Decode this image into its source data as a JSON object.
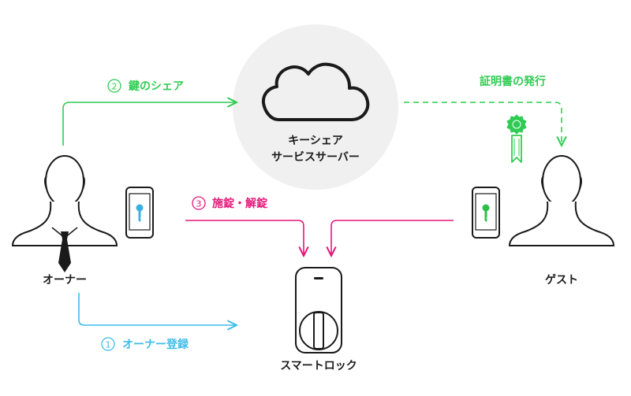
{
  "colors": {
    "green": "#2ecc52",
    "magenta": "#e6177a",
    "blue": "#3dbde8",
    "cloud_bg": "#f0f0f0",
    "ink": "#1a1a1a",
    "key_blue": "#3ab0e0",
    "key_green": "#2bbf4a"
  },
  "actors": {
    "owner": "オーナー",
    "guest": "ゲスト",
    "lock": "スマートロック"
  },
  "server": {
    "line1": "キーシェア",
    "line2": "サービスサーバー"
  },
  "steps": {
    "register": {
      "num": "1",
      "text": "オーナー登録"
    },
    "share": {
      "num": "2",
      "text": "鍵のシェア"
    },
    "lock_unlock": {
      "num": "3",
      "text": "施錠・解錠"
    }
  },
  "certificate": "証明書の発行",
  "icons": {
    "owner_phone": "phone-key-icon",
    "guest_phone": "phone-key-icon",
    "cert": "certificate-ribbon-icon",
    "cloud": "cloud-icon",
    "owner": "person-with-tie-icon",
    "guest": "person-icon",
    "lock": "smart-lock-icon"
  }
}
